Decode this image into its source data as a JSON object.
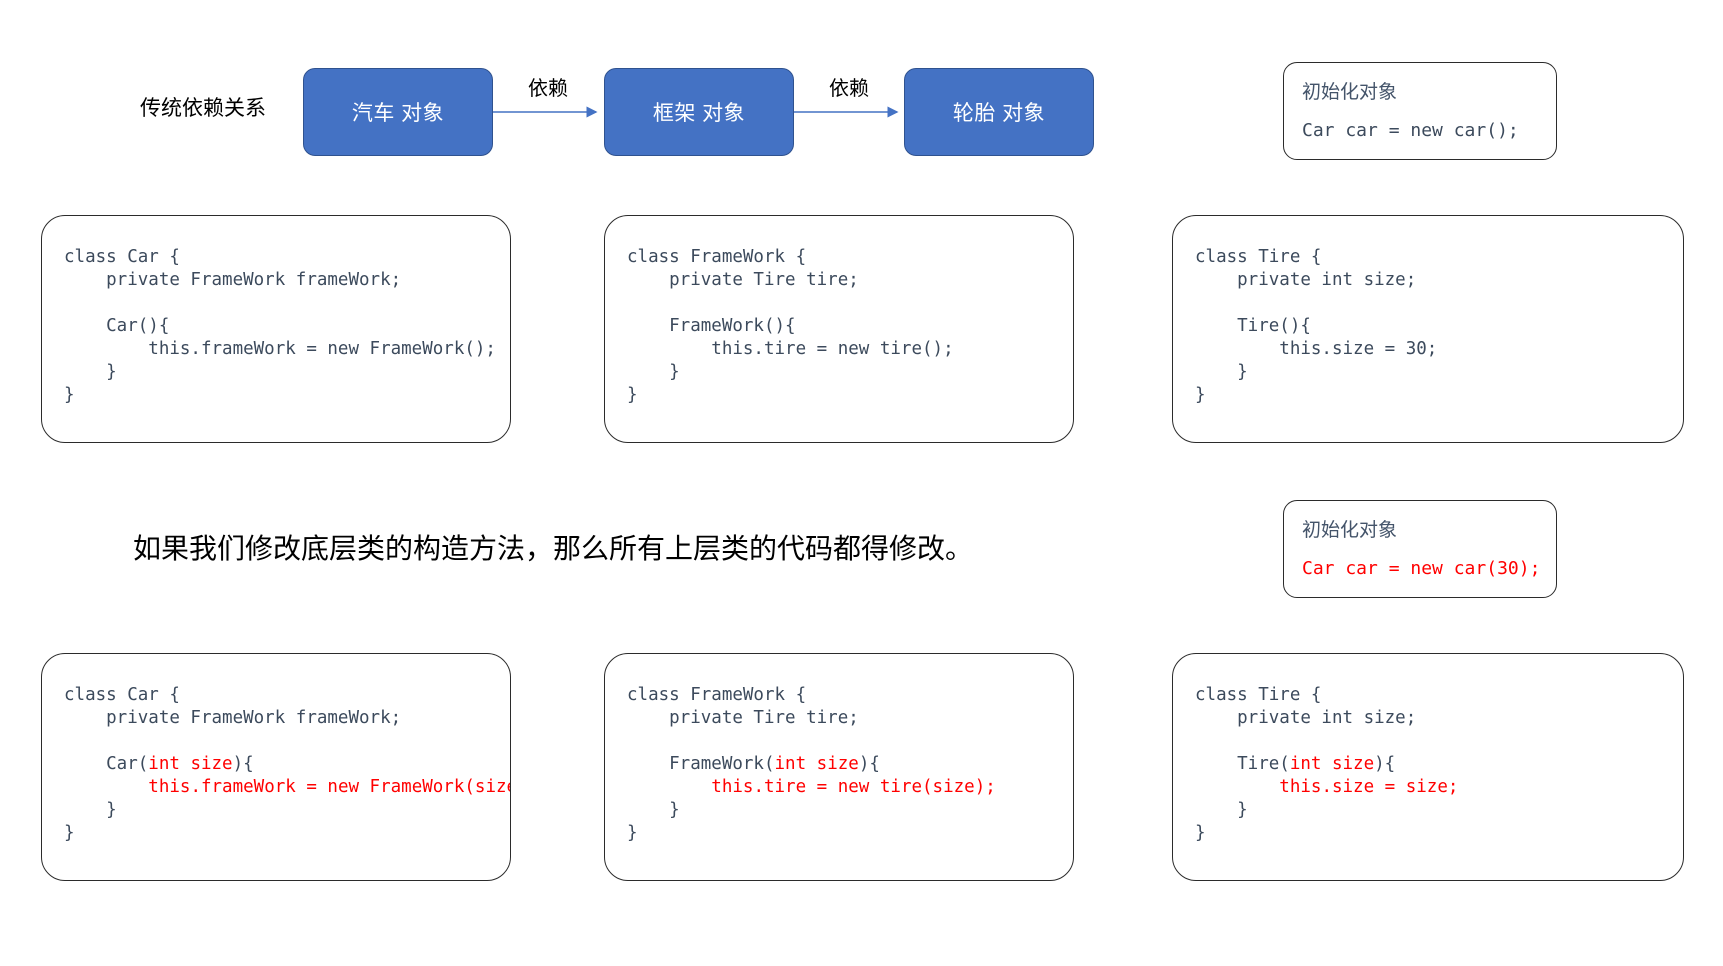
{
  "diagram": {
    "title_label": "传统依赖关系",
    "flow": {
      "nodes": [
        {
          "label": "汽车 对象"
        },
        {
          "label": "框架 对象"
        },
        {
          "label": "轮胎 对象"
        }
      ],
      "edges": [
        {
          "label": "依赖"
        },
        {
          "label": "依赖"
        }
      ]
    },
    "colors": {
      "node_fill": "#4472C4",
      "node_border": "#2F528F",
      "node_text": "#FFFFFF",
      "arrow": "#4472C4",
      "code_text": "#3C4A5C",
      "highlight": "#FF0000",
      "note_title": "#44546A",
      "card_border": "#2B2B2B",
      "background": "#FFFFFF"
    }
  },
  "notes": {
    "before": {
      "title": "初始化对象",
      "code": "Car car = new car();",
      "highlighted": false
    },
    "after": {
      "title": "初始化对象",
      "code": "Car car = new car(30);",
      "highlighted": true
    }
  },
  "caption": "如果我们修改底层类的构造方法，那么所有上层类的代码都得修改。",
  "code_row_before": [
    {
      "name": "Car",
      "lines": [
        [
          {
            "t": "class Car {",
            "hl": false
          }
        ],
        [
          {
            "t": "    private FrameWork frameWork;",
            "hl": false
          }
        ],
        [
          {
            "t": "",
            "hl": false
          }
        ],
        [
          {
            "t": "    Car(){",
            "hl": false
          }
        ],
        [
          {
            "t": "        this.frameWork = new FrameWork();",
            "hl": false
          }
        ],
        [
          {
            "t": "    }",
            "hl": false
          }
        ],
        [
          {
            "t": "}",
            "hl": false
          }
        ]
      ]
    },
    {
      "name": "FrameWork",
      "lines": [
        [
          {
            "t": "class FrameWork {",
            "hl": false
          }
        ],
        [
          {
            "t": "    private Tire tire;",
            "hl": false
          }
        ],
        [
          {
            "t": "",
            "hl": false
          }
        ],
        [
          {
            "t": "    FrameWork(){",
            "hl": false
          }
        ],
        [
          {
            "t": "        this.tire = new tire();",
            "hl": false
          }
        ],
        [
          {
            "t": "    }",
            "hl": false
          }
        ],
        [
          {
            "t": "}",
            "hl": false
          }
        ]
      ]
    },
    {
      "name": "Tire",
      "lines": [
        [
          {
            "t": "class Tire {",
            "hl": false
          }
        ],
        [
          {
            "t": "    private int size;",
            "hl": false
          }
        ],
        [
          {
            "t": "",
            "hl": false
          }
        ],
        [
          {
            "t": "    Tire(){",
            "hl": false
          }
        ],
        [
          {
            "t": "        this.size = 30;",
            "hl": false
          }
        ],
        [
          {
            "t": "    }",
            "hl": false
          }
        ],
        [
          {
            "t": "}",
            "hl": false
          }
        ]
      ]
    }
  ],
  "code_row_after": [
    {
      "name": "Car",
      "lines": [
        [
          {
            "t": "class Car {",
            "hl": false
          }
        ],
        [
          {
            "t": "    private FrameWork frameWork;",
            "hl": false
          }
        ],
        [
          {
            "t": "",
            "hl": false
          }
        ],
        [
          {
            "t": "    Car(",
            "hl": false
          },
          {
            "t": "int size",
            "hl": true
          },
          {
            "t": "){",
            "hl": false
          }
        ],
        [
          {
            "t": "        ",
            "hl": false
          },
          {
            "t": "this.frameWork = new FrameWork(size);",
            "hl": true
          }
        ],
        [
          {
            "t": "    }",
            "hl": false
          }
        ],
        [
          {
            "t": "}",
            "hl": false
          }
        ]
      ]
    },
    {
      "name": "FrameWork",
      "lines": [
        [
          {
            "t": "class FrameWork {",
            "hl": false
          }
        ],
        [
          {
            "t": "    private Tire tire;",
            "hl": false
          }
        ],
        [
          {
            "t": "",
            "hl": false
          }
        ],
        [
          {
            "t": "    FrameWork(",
            "hl": false
          },
          {
            "t": "int size",
            "hl": true
          },
          {
            "t": "){",
            "hl": false
          }
        ],
        [
          {
            "t": "        ",
            "hl": false
          },
          {
            "t": "this.tire = new tire(size);",
            "hl": true
          }
        ],
        [
          {
            "t": "    }",
            "hl": false
          }
        ],
        [
          {
            "t": "}",
            "hl": false
          }
        ]
      ]
    },
    {
      "name": "Tire",
      "lines": [
        [
          {
            "t": "class Tire {",
            "hl": false
          }
        ],
        [
          {
            "t": "    private int size;",
            "hl": false
          }
        ],
        [
          {
            "t": "",
            "hl": false
          }
        ],
        [
          {
            "t": "    Tire(",
            "hl": false
          },
          {
            "t": "int size",
            "hl": true
          },
          {
            "t": "){",
            "hl": false
          }
        ],
        [
          {
            "t": "        ",
            "hl": false
          },
          {
            "t": "this.size = size;",
            "hl": true
          }
        ],
        [
          {
            "t": "    }",
            "hl": false
          }
        ],
        [
          {
            "t": "}",
            "hl": false
          }
        ]
      ]
    }
  ]
}
